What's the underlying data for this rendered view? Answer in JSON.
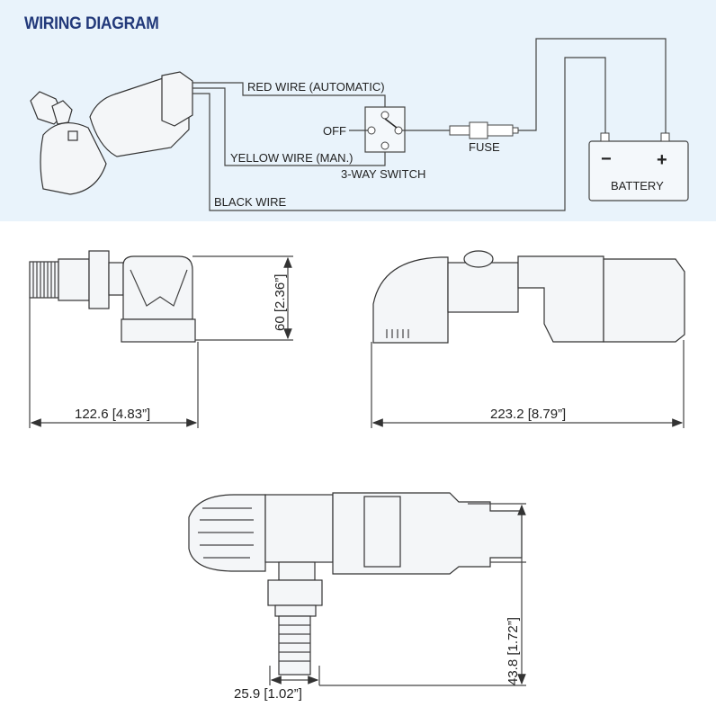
{
  "wiring_diagram": {
    "title": "WIRING DIAGRAM",
    "labels": {
      "red_wire": "RED WIRE (AUTOMATIC)",
      "yellow_wire": "YELLOW WIRE (MAN.)",
      "black_wire": "BLACK WIRE",
      "off": "OFF",
      "switch": "3-WAY SWITCH",
      "fuse": "FUSE",
      "battery": "BATTERY",
      "minus": "−",
      "plus": "+"
    }
  },
  "dimensions": {
    "side_height": "60 [2.36”]",
    "side_length": "122.6 [4.83”]",
    "front_length": "223.2 [8.79”]",
    "outlet_width": "25.9 [1.02”]",
    "outlet_height": "43.8 [1.72”]"
  },
  "colors": {
    "title": "#22397a",
    "panel_bg": "#e9f3fb"
  }
}
